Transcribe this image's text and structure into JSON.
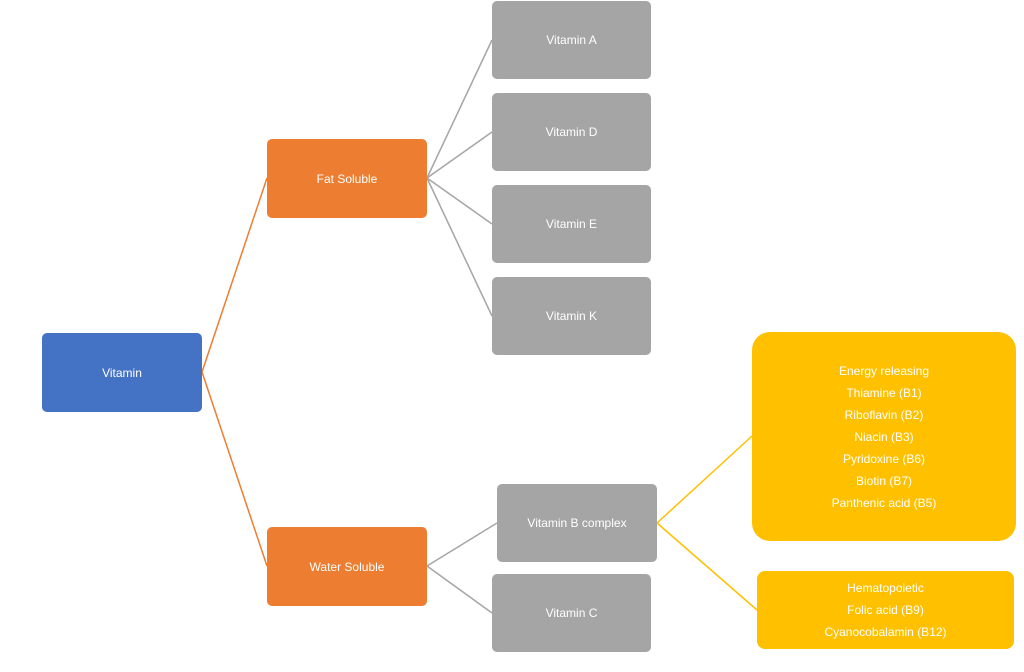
{
  "nodes": {
    "root": {
      "label": "Vitamin"
    },
    "fat": {
      "label": "Fat Soluble"
    },
    "water": {
      "label": "Water Soluble"
    },
    "vit_a": {
      "label": "Vitamin A"
    },
    "vit_d": {
      "label": "Vitamin D"
    },
    "vit_e": {
      "label": "Vitamin E"
    },
    "vit_k": {
      "label": "Vitamin K"
    },
    "vit_b": {
      "label": "Vitamin B complex"
    },
    "vit_c": {
      "label": "Vitamin C"
    },
    "energy": {
      "lines": [
        "Energy releasing",
        "Thiamine (B1)",
        "Riboflavin (B2)",
        "Niacin (B3)",
        "Pyridoxine (B6)",
        "Biotin (B7)",
        "Panthenic acid (B5)"
      ]
    },
    "hema": {
      "lines": [
        "Hematopoietic",
        "Folic acid (B9)",
        "Cyanocobalamin (B12)"
      ]
    }
  },
  "colors": {
    "root": "#4472c4",
    "level1": "#ed7d31",
    "level2": "#a5a5a5",
    "level3": "#ffc000"
  }
}
